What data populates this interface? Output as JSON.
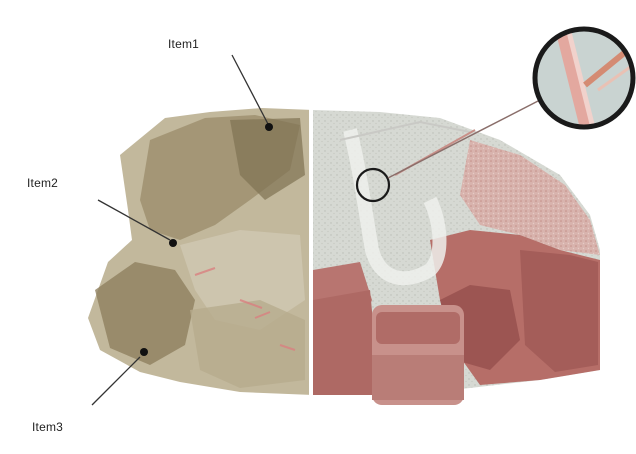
{
  "labels": {
    "item1": "Item1",
    "item2": "Item2",
    "item3": "Item3"
  },
  "colors": {
    "rock_light": "#c9c0a6",
    "rock_dark": "#8e8060",
    "section_pale": "#d9dcd6",
    "section_red": "#b66e68",
    "section_red_dark": "#9c5552",
    "callout_ring": "#1a1a1a",
    "leader_line": "#333333"
  }
}
